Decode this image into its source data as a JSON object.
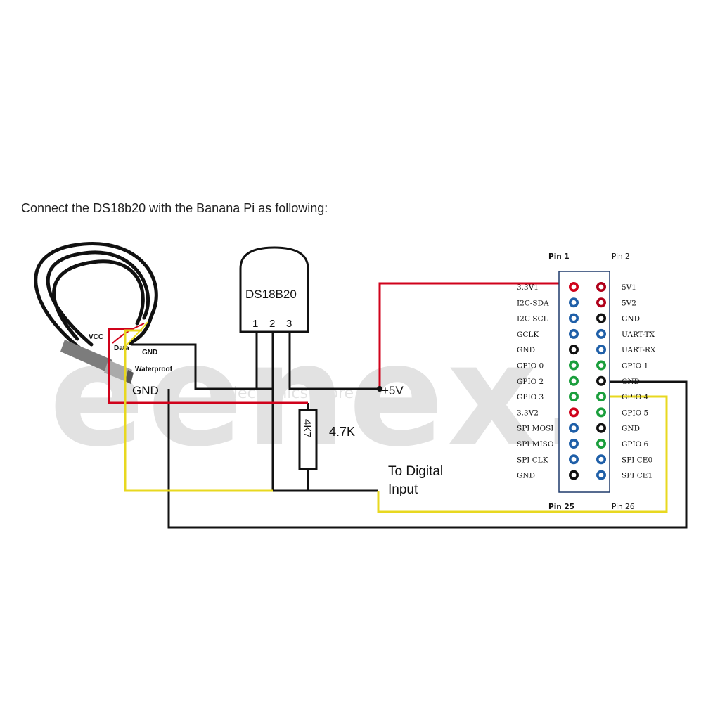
{
  "heading": "Connect the DS18b20 with the Banana Pi as following:",
  "sensor": {
    "name": "DS18B20",
    "pins": [
      "1",
      "2",
      "3"
    ]
  },
  "probe": {
    "labels": {
      "vcc": "VCC",
      "data": "Data",
      "gnd": "GND",
      "waterproof": "Waterproof"
    }
  },
  "circuit": {
    "gnd_label": "GND",
    "vplus_label": "+5V",
    "resistor_code": "4K7",
    "resistor_value": "4.7K",
    "digital_input_line1": "To Digital",
    "digital_input_line2": "Input"
  },
  "header": {
    "pin1_label": "Pin 1",
    "pin2_label": "Pin 2",
    "pin25_label": "Pin 25",
    "pin26_label": "Pin 26",
    "left_pins": [
      {
        "label": "3.3V1",
        "color": "#d0021b"
      },
      {
        "label": "I2C-SDA",
        "color": "#1f5fa8"
      },
      {
        "label": "I2C-SCL",
        "color": "#1f5fa8"
      },
      {
        "label": "GCLK",
        "color": "#1f5fa8"
      },
      {
        "label": "GND",
        "color": "#111111"
      },
      {
        "label": "GPIO 0",
        "color": "#1a9e3c"
      },
      {
        "label": "GPIO 2",
        "color": "#1a9e3c"
      },
      {
        "label": "GPIO 3",
        "color": "#1a9e3c"
      },
      {
        "label": "3.3V2",
        "color": "#d0021b"
      },
      {
        "label": "SPI MOSI",
        "color": "#1f5fa8"
      },
      {
        "label": "SPI MISO",
        "color": "#1f5fa8"
      },
      {
        "label": "SPI CLK",
        "color": "#1f5fa8"
      },
      {
        "label": "GND",
        "color": "#111111"
      }
    ],
    "right_pins": [
      {
        "label": "5V1",
        "color": "#b0001a"
      },
      {
        "label": "5V2",
        "color": "#b0001a"
      },
      {
        "label": "GND",
        "color": "#111111"
      },
      {
        "label": "UART-TX",
        "color": "#1f5fa8"
      },
      {
        "label": "UART-RX",
        "color": "#1f5fa8"
      },
      {
        "label": "GPIO 1",
        "color": "#1a9e3c"
      },
      {
        "label": "GND",
        "color": "#111111"
      },
      {
        "label": "GPIO 4",
        "color": "#1a9e3c"
      },
      {
        "label": "GPIO 5",
        "color": "#1a9e3c"
      },
      {
        "label": "GND",
        "color": "#111111"
      },
      {
        "label": "GPIO 6",
        "color": "#1a9e3c"
      },
      {
        "label": "SPI CE0",
        "color": "#1f5fa8"
      },
      {
        "label": "SPI CE1",
        "color": "#1f5fa8"
      }
    ]
  },
  "watermark": {
    "logo": "eenex.",
    "tagline": "Electronics Store"
  },
  "colors": {
    "vcc_wire": "#d0021b",
    "data_wire": "#f0e020",
    "gnd_wire": "#111111"
  }
}
